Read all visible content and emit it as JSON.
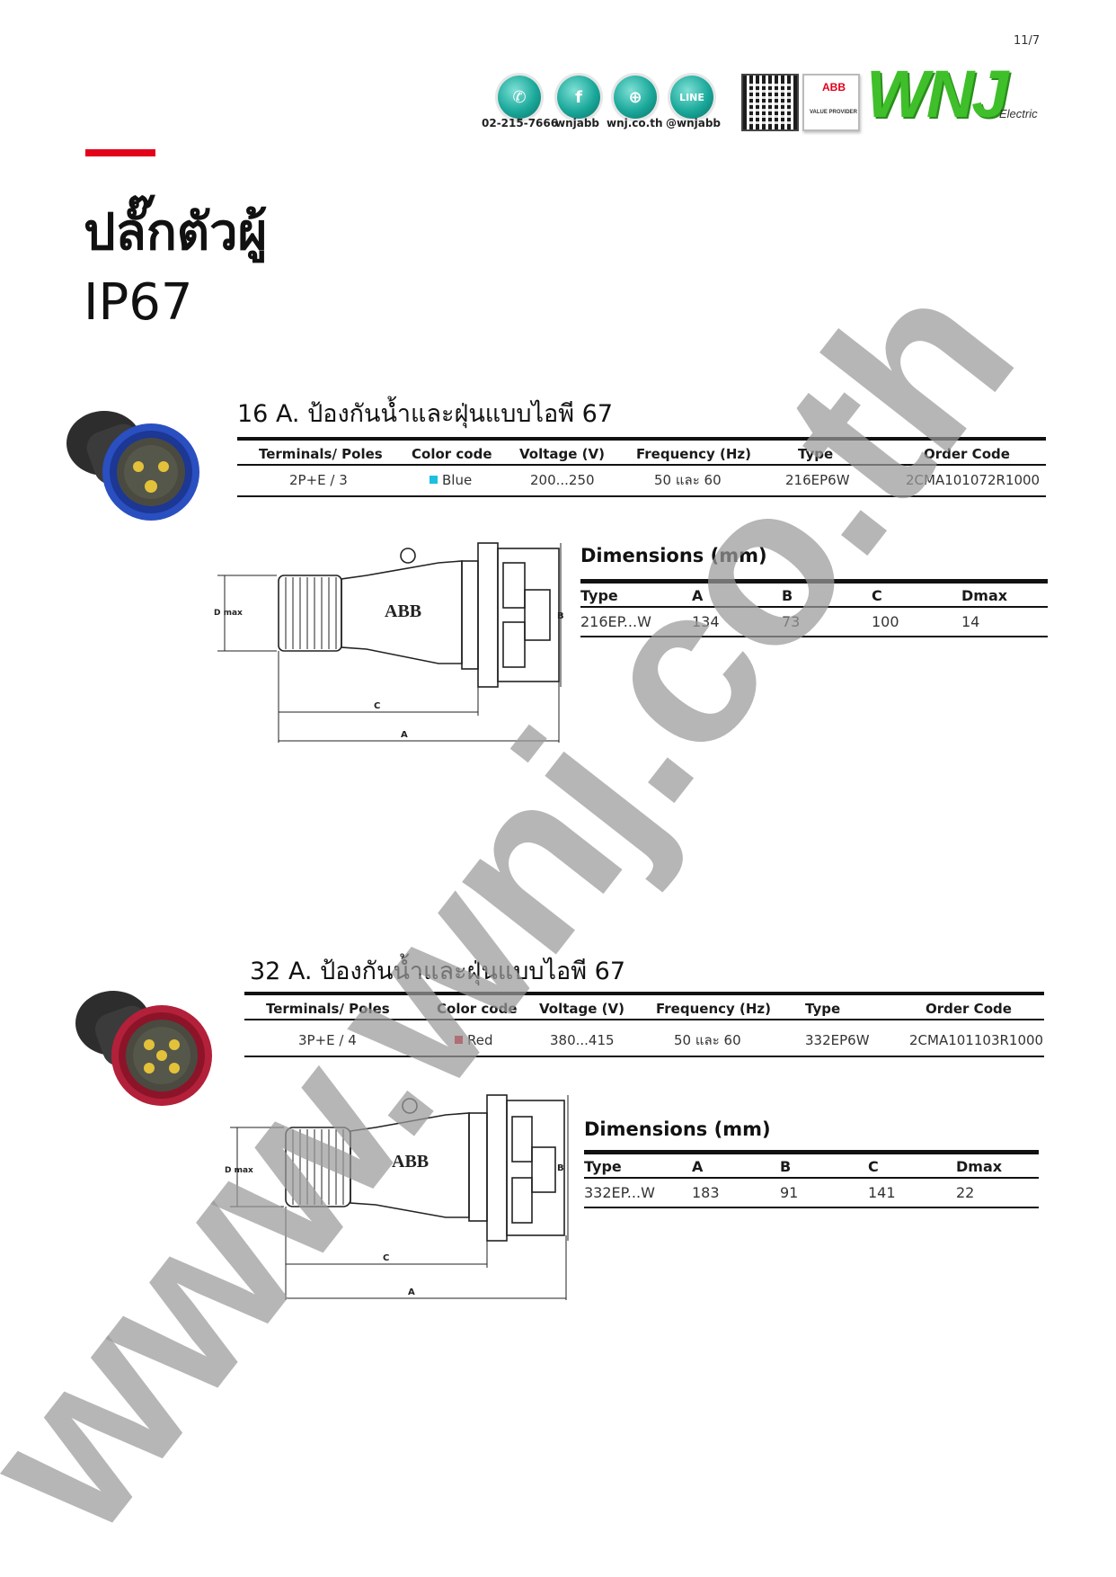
{
  "page_number": "11/7",
  "header": {
    "contacts": [
      {
        "icon": "phone-icon",
        "glyph": "✆",
        "label": "02-215-7666"
      },
      {
        "icon": "facebook-icon",
        "glyph": "f",
        "label": "wnjabb"
      },
      {
        "icon": "globe-icon",
        "glyph": "⊕",
        "label": "wnj.co.th"
      },
      {
        "icon": "line-icon",
        "glyph": "LINE",
        "label": "@wnjabb"
      }
    ],
    "abb_badge": {
      "brand": "ABB",
      "tagline": "VALUE PROVIDER"
    },
    "logo": {
      "text": "WNJ",
      "suffix": "Electric"
    }
  },
  "title": {
    "thai": "ปลั๊กตัวผู้",
    "rating": "IP67"
  },
  "sections": [
    {
      "heading": "16 A. ป้องกันน้ำและฝุ่นแบบไอพี 67",
      "product_color": "#2a4fc0",
      "spec_headers": [
        "Terminals/ Poles",
        "Color code",
        "Voltage (V)",
        "Frequency (Hz)",
        "Type",
        "Order Code"
      ],
      "spec_row": {
        "poles": "2P+E / 3",
        "color_name": "Blue",
        "color_hex": "#19c0e0",
        "voltage": "200...250",
        "frequency": "50 และ 60",
        "type": "216EP6W",
        "order_code": "2CMA101072R1000"
      },
      "dimensions": {
        "title": "Dimensions (mm)",
        "headers": [
          "Type",
          "A",
          "B",
          "C",
          "Dmax"
        ],
        "row": {
          "type": "216EP...W",
          "a": "134",
          "b": "73",
          "c": "100",
          "dmax": "14"
        }
      },
      "drawing_labels": {
        "dmax": "D max",
        "a": "A",
        "b": "B",
        "c": "C",
        "brand": "ABB"
      }
    },
    {
      "heading": "32 A. ป้องกันน้ำและฝุ่นแบบไอพี 67",
      "product_color": "#b3203a",
      "spec_headers": [
        "Terminals/ Poles",
        "Color code",
        "Voltage (V)",
        "Frequency (Hz)",
        "Type",
        "Order Code"
      ],
      "spec_row": {
        "poles": "3P+E / 4",
        "color_name": "Red",
        "color_hex": "#e2001a",
        "voltage": "380...415",
        "frequency": "50 และ 60",
        "type": "332EP6W",
        "order_code": "2CMA101103R1000"
      },
      "dimensions": {
        "title": "Dimensions (mm)",
        "headers": [
          "Type",
          "A",
          "B",
          "C",
          "Dmax"
        ],
        "row": {
          "type": "332EP...W",
          "a": "183",
          "b": "91",
          "c": "141",
          "dmax": "22"
        }
      },
      "drawing_labels": {
        "dmax": "D max",
        "a": "A",
        "b": "B",
        "c": "C",
        "brand": "ABB"
      }
    }
  ],
  "watermark": "www.wnj.co.th"
}
